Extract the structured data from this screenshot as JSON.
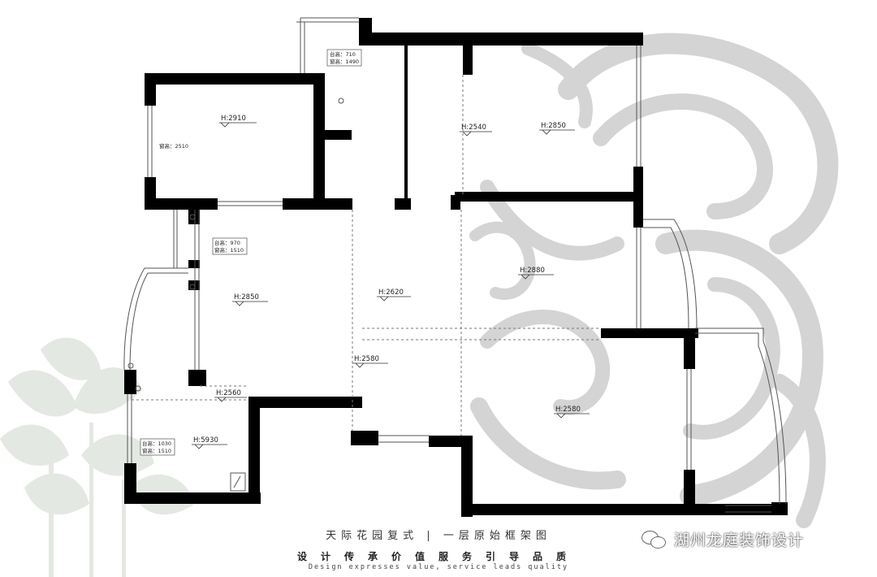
{
  "plan": {
    "title": "天际花园复式 | 一层原始框架图",
    "ceiling_heights": [
      {
        "id": "room-top-left",
        "label": "H:2910"
      },
      {
        "id": "room-top-right-a",
        "label": "H:2540"
      },
      {
        "id": "room-top-right-b",
        "label": "H:2850"
      },
      {
        "id": "room-living-left",
        "label": "H:2850"
      },
      {
        "id": "room-hall",
        "label": "H:2620"
      },
      {
        "id": "room-right-mid",
        "label": "H:2880"
      },
      {
        "id": "room-hall-lower",
        "label": "H:2580"
      },
      {
        "id": "room-right-lower",
        "label": "H:2580"
      },
      {
        "id": "room-corridor",
        "label": "H:2560"
      },
      {
        "id": "room-bottom-left",
        "label": "H:5930"
      }
    ],
    "window_notes": [
      {
        "id": "note-bath",
        "line1": "台高：710",
        "line2": "窗高：1490"
      },
      {
        "id": "note-bedroom",
        "line1": "",
        "line2": "窗高：2510"
      },
      {
        "id": "note-living",
        "line1": "台高：970",
        "line2": "窗高：1510"
      },
      {
        "id": "note-kitchen",
        "line1": "台高：1030",
        "line2": "窗高：1510"
      }
    ]
  },
  "footer": {
    "slogan": "设计传承价值服务引导品质",
    "slogan_en": "Design expresses value, service leads quality",
    "brand": "湖州龙庭装饰设计"
  },
  "icons": [
    "wechat-icon",
    "decorative-cloud-pattern",
    "decorative-plant"
  ],
  "colors": {
    "wall": "#000000",
    "line": "#555555",
    "watermark": "#d3d3d3",
    "plant": "#e6e9e4"
  }
}
